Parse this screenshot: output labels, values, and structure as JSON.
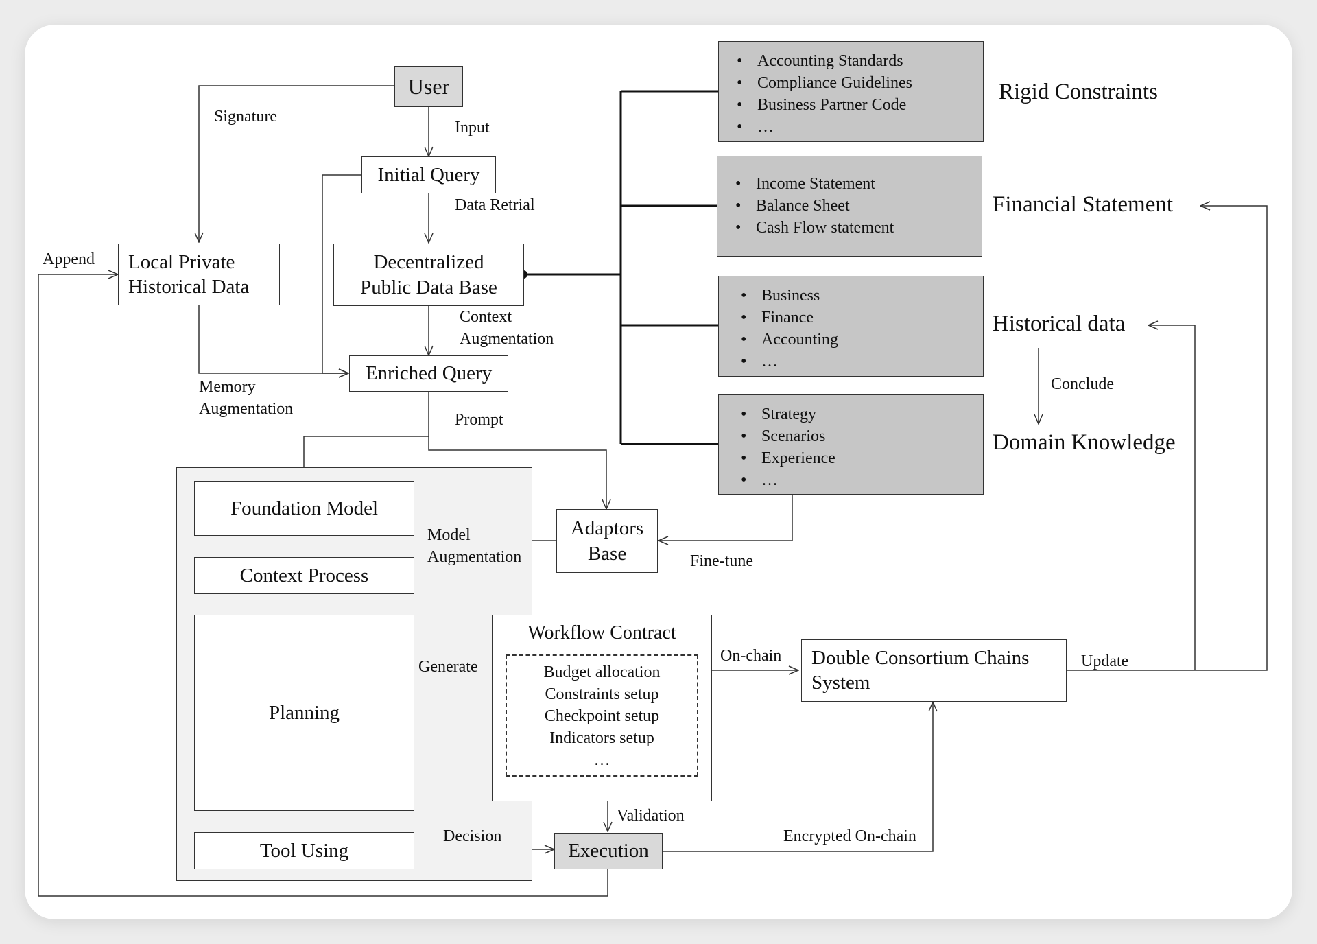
{
  "nodes": {
    "user": "User",
    "initial_query": "Initial Query",
    "local_private_line1": "Local Private",
    "local_private_line2": "Historical Data",
    "decentralized_line1": "Decentralized",
    "decentralized_line2": "Public Data Base",
    "enriched_query": "Enriched Query",
    "foundation_model": "Foundation Model",
    "context_process": "Context Process",
    "planning": "Planning",
    "tool_using": "Tool Using",
    "adaptors_line1": "Adaptors",
    "adaptors_line2": "Base",
    "workflow_contract": "Workflow Contract",
    "workflow_items": [
      "Budget allocation",
      "Constraints setup",
      "Checkpoint setup",
      "Indicators setup",
      "…"
    ],
    "execution": "Execution",
    "consortium_line1": "Double Consortium Chains",
    "consortium_line2": "System"
  },
  "edge_labels": {
    "signature": "Signature",
    "input": "Input",
    "data_retrial": "Data Retrial",
    "append": "Append",
    "context_aug_line1": "Context",
    "context_aug_line2": "Augmentation",
    "memory_aug_line1": "Memory",
    "memory_aug_line2": "Augmentation",
    "prompt": "Prompt",
    "model_aug_line1": "Model",
    "model_aug_line2": "Augmentation",
    "fine_tune": "Fine-tune",
    "generate": "Generate",
    "on_chain": "On-chain",
    "update": "Update",
    "validation": "Validation",
    "decision": "Decision",
    "encrypted_on_chain": "Encrypted On-chain",
    "conclude": "Conclude"
  },
  "categories": {
    "rigid": {
      "title": "Rigid Constraints",
      "items": [
        "Accounting Standards",
        "Compliance Guidelines",
        "Business Partner Code",
        "…"
      ]
    },
    "financial": {
      "title": "Financial Statement",
      "items": [
        "Income Statement",
        "Balance Sheet",
        "Cash Flow statement"
      ]
    },
    "historical": {
      "title": "Historical data",
      "items": [
        "Business",
        "Finance",
        "Accounting",
        "…"
      ]
    },
    "domain": {
      "title": "Domain Knowledge",
      "items": [
        "Strategy",
        "Scenarios",
        "Experience",
        "…"
      ]
    }
  }
}
